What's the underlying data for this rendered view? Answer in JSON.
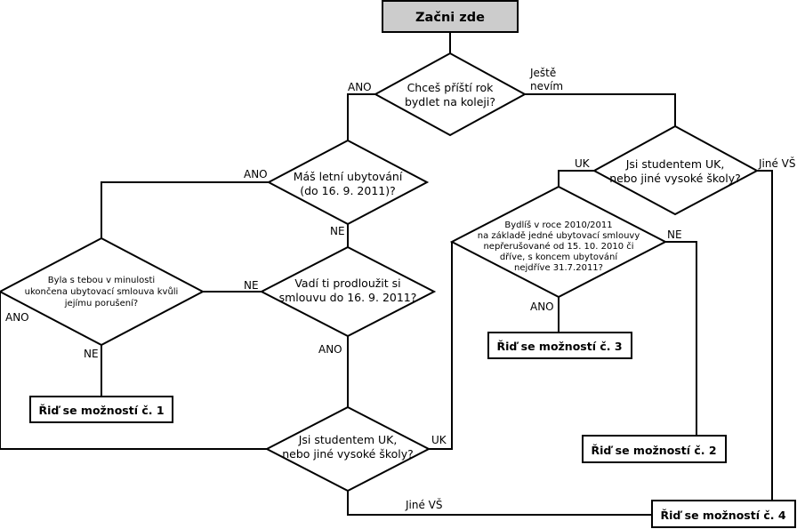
{
  "start": "Začni zde",
  "decisions": {
    "next_year": [
      "Chceš příští rok",
      "bydlet na koleji?"
    ],
    "summer": [
      "Máš letní ubytování",
      "(do 16. 9. 2011)?"
    ],
    "school_right": [
      "Jsi studentem UK,",
      "nebo jiné vysoké školy?"
    ],
    "prior": [
      "Bydlíš v roce 2010/2011",
      "na základě jedné ubytovací smlouvy",
      "nepřerušované od 15. 10. 2010 či",
      "dříve, s koncem ubytování",
      "nejdříve 31.7.2011?"
    ],
    "breach": [
      "Byla s tebou v minulosti",
      "ukončena ubytovací smlouva kvůli",
      "jejímu porušení?"
    ],
    "extend": [
      "Vadí ti prodloužit si",
      "smlouvu do 16. 9. 2011?"
    ],
    "school_bottom": [
      "Jsi studentem UK,",
      "nebo jiné vysoké školy?"
    ]
  },
  "outcomes": {
    "opt1": "Řiď se možností č. 1",
    "opt2": "Řiď se možností č. 2",
    "opt3": "Řiď se možností č. 3",
    "opt4": "Řiď se možností č. 4"
  },
  "labels": {
    "ano": "ANO",
    "ne": "NE",
    "uk": "UK",
    "jine_vs": "Jiné VŠ",
    "jeste_nevim": [
      "Ještě",
      "nevím"
    ]
  }
}
